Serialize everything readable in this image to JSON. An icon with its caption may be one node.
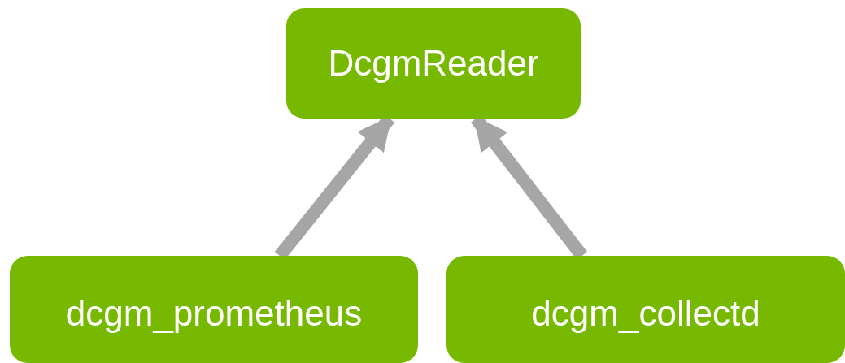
{
  "diagram": {
    "nodes": [
      {
        "text": [
          "DcgmReader"
        ]
      },
      {
        "text": [
          "dcgm_prometheus"
        ]
      },
      {
        "text": [
          "dcgm_collectd"
        ]
      }
    ],
    "edges": [
      {
        "from": 1,
        "to": 0,
        "arrow": "to"
      },
      {
        "from": 2,
        "to": 0,
        "arrow": "to"
      }
    ]
  }
}
